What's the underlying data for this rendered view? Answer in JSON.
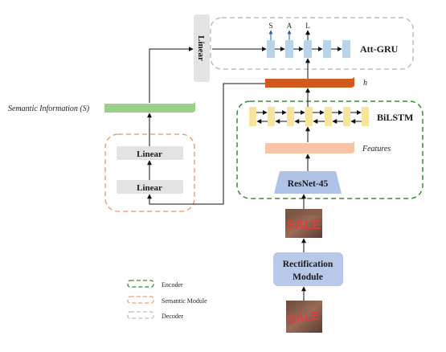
{
  "diagram": {
    "decoder_module": {
      "linear_label": "Linear",
      "att_gru_label": "Att-GRU",
      "output_tokens": [
        "S",
        "A",
        "L"
      ]
    },
    "hidden_label": "h",
    "encoder_module": {
      "bilstm_label": "BiLSTM",
      "features_label": "Features",
      "resnet_label": "ResNet-45"
    },
    "semantic_module": {
      "semantic_info_label": "Semantic Information (S)",
      "linear_top_label": "Linear",
      "linear_bottom_label": "Linear"
    },
    "rectification_label_line1": "Rectification",
    "rectification_label_line2": "Module",
    "images": {
      "rectified_text": "SALE",
      "input_text": "SALE"
    },
    "legend": [
      {
        "label": "Encoder",
        "color": "#3a8a3a"
      },
      {
        "label": "Semantic Module",
        "color": "#f0a070"
      },
      {
        "label": "Decoder",
        "color": "#bbbbbb"
      }
    ],
    "colors": {
      "linear_box": "#e3e3e3",
      "decoder_bar": "#b8d4ea",
      "bilstm_cell": "#f6e59a",
      "h_bar": "#d2581c",
      "features_bar": "#f6c6a6",
      "semantic_bar": "#9bd088",
      "resnet": "#aec3e6",
      "rectification": "#b7c8e8"
    }
  }
}
